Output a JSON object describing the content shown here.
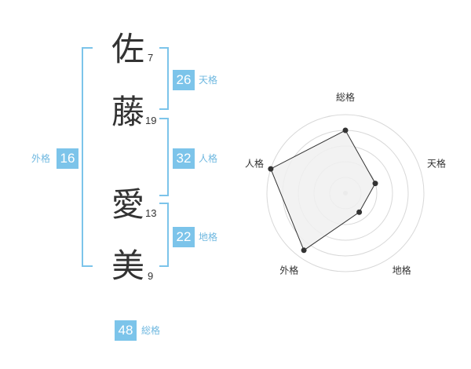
{
  "name": {
    "chars": [
      {
        "char": "佐",
        "strokes": "7"
      },
      {
        "char": "藤",
        "strokes": "19"
      },
      {
        "char": "愛",
        "strokes": "13"
      },
      {
        "char": "美",
        "strokes": "9"
      }
    ]
  },
  "fortunes": {
    "tenkaku": {
      "value": "26",
      "label": "天格"
    },
    "jinkaku": {
      "value": "32",
      "label": "人格"
    },
    "chikaku": {
      "value": "22",
      "label": "地格"
    },
    "gaikaku": {
      "value": "16",
      "label": "外格"
    },
    "soukaku": {
      "value": "48",
      "label": "総格"
    }
  },
  "colors": {
    "accent": "#7cc4ea",
    "label": "#6fb8e0",
    "text": "#333333",
    "radar_fill": "#f0f0f0",
    "radar_grid": "#d8d8d8"
  },
  "chart_data": {
    "type": "radar",
    "axes": [
      "総格",
      "天格",
      "地格",
      "外格",
      "人格"
    ],
    "values": [
      0.8,
      0.4,
      0.3,
      0.9,
      1.0
    ],
    "range": [
      0,
      1
    ],
    "rings": 5
  }
}
